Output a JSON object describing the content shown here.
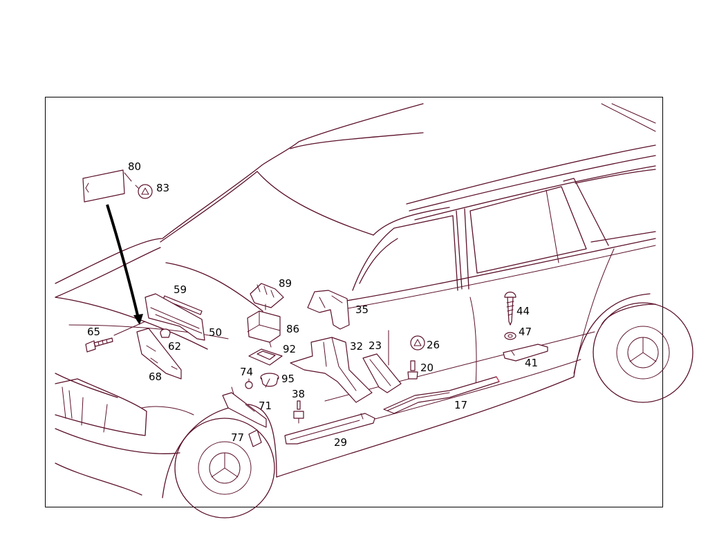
{
  "diagram": {
    "colors": {
      "line": "#5a0f28",
      "label": "#000000",
      "accent": "#d03050",
      "background": "#ffffff"
    },
    "callouts": [
      "80",
      "83",
      "59",
      "65",
      "50",
      "62",
      "68",
      "89",
      "86",
      "92",
      "95",
      "74",
      "71",
      "77",
      "38",
      "35",
      "32",
      "23",
      "29",
      "26",
      "20",
      "17",
      "44",
      "47",
      "41"
    ]
  }
}
